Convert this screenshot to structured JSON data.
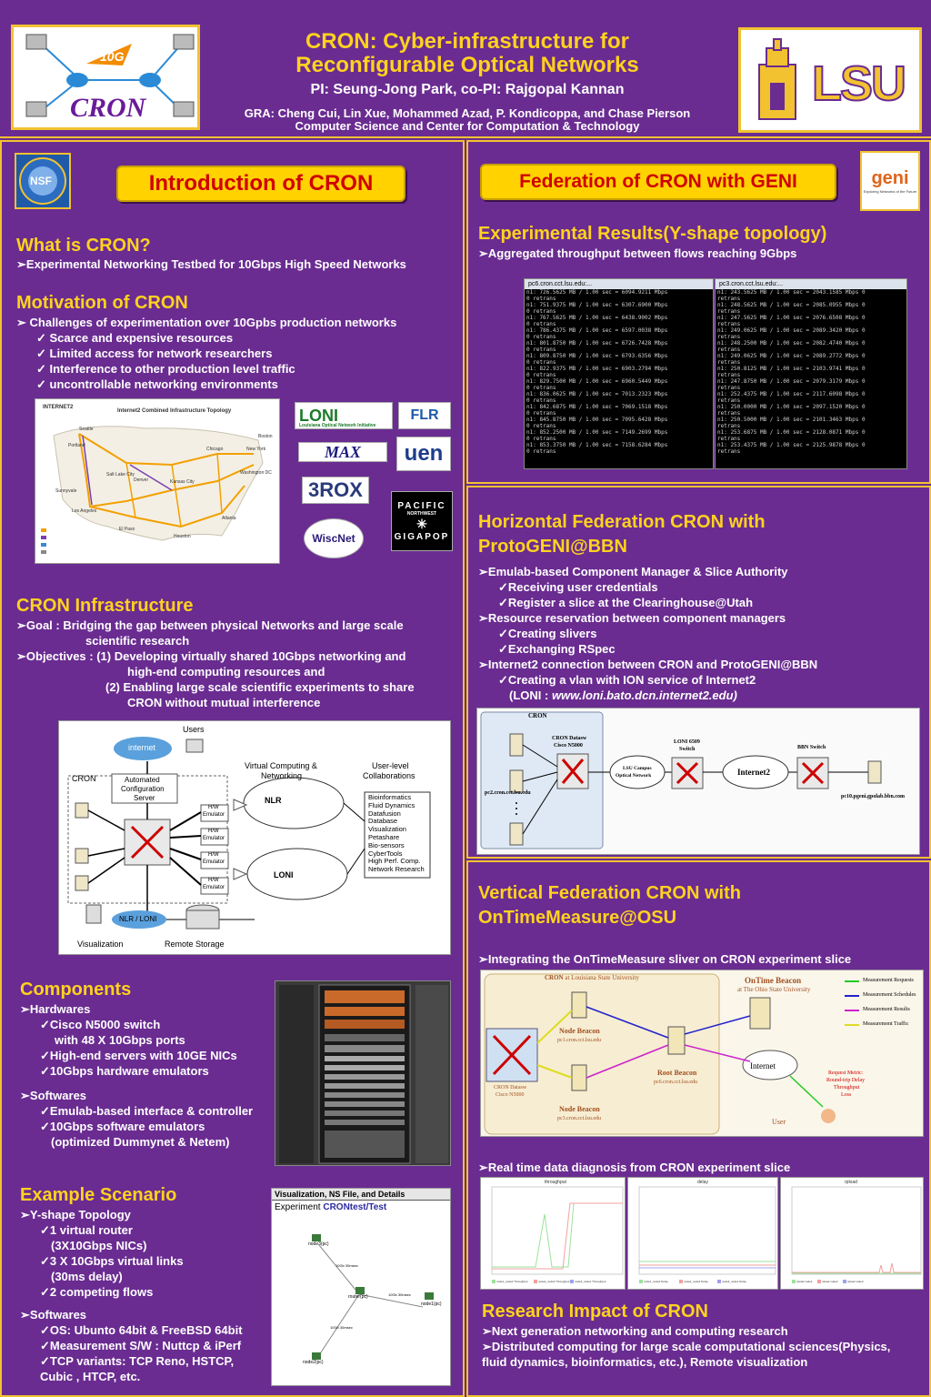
{
  "header": {
    "title_line1": "CRON: Cyber-infrastructure for",
    "title_line2": "Reconfigurable Optical Networks",
    "pi": "PI: Seung-Jong Park, co-PI: Rajgopal Kannan",
    "gra": "GRA: Cheng Cui, Lin Xue, Mohammed Azad, P. Kondicoppa, and Chase Pierson",
    "dept": "Computer Science and Center for Computation & Technology",
    "logo_left_badge": "10G",
    "logo_left_text": "CRON",
    "logo_right_text": "LSU"
  },
  "left": {
    "nsf": "NSF",
    "intro_title": "Introduction of CRON",
    "what_title": "What is CRON?",
    "what_items": [
      "➢Experimental Networking Testbed for 10Gbps High Speed  Networks"
    ],
    "motivation_title": "Motivation of CRON",
    "motivation_lead": "➢  Challenges of experimentation over 10Gpbs production networks",
    "motivation_items": [
      "✓ Scarce and expensive resources",
      "✓ Limited access for network researchers",
      "✓ Interference to other production level traffic",
      "✓ uncontrollable networking environments"
    ],
    "map_title": "Internet2 Combined Infrastructure Topology",
    "map_logo": "INTERNET2",
    "map_cities": [
      "Seattle",
      "Portland",
      "Sunnyvale",
      "Los Angeles",
      "Salt Lake City",
      "Denver",
      "Kansas City",
      "Houston",
      "Chicago",
      "Atlanta",
      "New York",
      "Washington DC",
      "Boston",
      "El Paso"
    ],
    "partner_logos": [
      "LONI",
      "FLR",
      "MAX",
      "uen",
      "3ROX",
      "PACIFIC",
      "NORTHWEST",
      "GIGAPOP",
      "WiscNet"
    ],
    "loni_caption": "Louisiana Optical Network Initiative",
    "infra_title": "CRON Infrastructure",
    "infra_lines": [
      "➢Goal : Bridging the gap between physical Networks and large scale",
      "scientific research",
      "➢Objectives : (1) Developing virtually shared  10Gbps networking and",
      "high-end computing  resources and",
      "(2) Enabling large scale scientific experiments to share",
      "CRON without mutual interference"
    ],
    "diagram": {
      "users": "Users",
      "internet": "internet",
      "cron": "CRON",
      "acs_line1": "Automated",
      "acs_line2": "Configuration",
      "acs_line3": "Server",
      "vc_line1": "Virtual Computing &",
      "vc_line2": "Networking",
      "ul_line1": "User-level",
      "ul_line2": "Collaborations",
      "nlr": "NLR",
      "loni": "LONI",
      "nlr_loni": "NLR / LONI",
      "emulator_line1": "H/W",
      "emulator_line2": "Emulator",
      "apps": [
        "Bioinformatics",
        "Fluid Dynamics",
        "Datafusion",
        "Database",
        "Visualization",
        "Petashare",
        "Bio-sensors",
        "CyberTools",
        "High Perf. Comp.",
        "Network Research"
      ],
      "visualization": "Visualization",
      "remote_storage": "Remote Storage"
    },
    "components_title": "Components",
    "components_lines": [
      "➢Hardwares",
      "✓Cisco N5000 switch",
      "with 48 X 10Gbps ports",
      "✓High-end servers with 10GE NICs",
      "✓10Gbps hardware emulators",
      "➢Softwares",
      "✓Emulab-based interface & controller",
      "✓10Gbps software emulators",
      "(optimized Dummynet  & Netem)"
    ],
    "example_title": "Example Scenario",
    "example_lines": [
      "➢Y-shape Topology",
      "✓1 virtual router",
      "(3X10Gbps NICs)",
      "✓3 X 10Gbps virtual links",
      "(30ms delay)",
      "✓2 competing flows",
      "➢Softwares",
      "✓OS: Ubunto 64bit & FreeBSD 64bit",
      "✓Measurement S/W : Nuttcp & iPerf",
      "✓TCP variants: TCP Reno, HSTCP,",
      "Cubic , HTCP, etc."
    ],
    "vis_header": "Visualization, NS File, and Details",
    "vis_experiment": "Experiment ",
    "vis_experiment_name": "CRONtest/Test",
    "vis_nodes": [
      "node3(pc)",
      "router(pc)",
      "node1(pc)",
      "node2(pc)"
    ],
    "vis_links": [
      "10Gb 30msec",
      "10Gb 30msec",
      "10Gb 30msec"
    ]
  },
  "right": {
    "geni": "geni",
    "geni_caption": "Exploring Networks of the Future",
    "fed_title": "Federation of CRON with GENI",
    "exp_title": "Experimental Results(Y-shape topology)",
    "exp_item": "➢Aggregated throughput between flows reaching 9Gbps",
    "term1_title": "pc6.cron.cct.lsu.edu:...",
    "term2_title": "pc3.cron.cct.lsu.edu:...",
    "term1_rows": [
      "n1:  726.5625 MB /   1.00 sec = 6094.9211 Mbps",
      "0 retrans",
      "n1:  751.9375 MB /   1.00 sec = 6307.6900 Mbps",
      "0 retrans",
      "n1:  767.5625 MB /   1.00 sec = 6438.9002 Mbps",
      "0 retrans",
      "n1:  786.4375 MB /   1.00 sec = 6597.0038 Mbps",
      "0 retrans",
      "n1:  801.8750 MB /   1.00 sec = 6726.7428 Mbps",
      "0 retrans",
      "n1:  809.8750 MB /   1.00 sec = 6793.6356 Mbps",
      "0 retrans",
      "n1:  822.9375 MB /   1.00 sec = 6903.2794 Mbps",
      "0 retrans",
      "n1:  829.7500 MB /   1.00 sec = 6960.5449 Mbps",
      "0 retrans",
      "n1:  836.0625 MB /   1.00 sec = 7013.2323 Mbps",
      "0 retrans",
      "n1:  842.6875 MB /   1.00 sec = 7069.1518 Mbps",
      "0 retrans",
      "n1:  845.8750 MB /   1.00 sec = 7095.6428 Mbps",
      "0 retrans",
      "n1:  852.2500 MB /   1.00 sec = 7149.2699 Mbps",
      "0 retrans",
      "n1:  853.3750 MB /   1.00 sec = 7158.6284 Mbps",
      "0 retrans"
    ],
    "term2_rows": [
      "n1:   243.5625 MB /   1.00 sec = 2043.1585 Mbps      0",
      "retrans",
      "n1:   248.5625 MB /   1.00 sec = 2085.0955 Mbps      0",
      "retrans",
      "n1:   247.5625 MB /   1.00 sec = 2076.6508 Mbps      0",
      "retrans",
      "n1:   249.0625 MB /   1.00 sec = 2089.3420 Mbps      0",
      "retrans",
      "n1:   248.2500 MB /   1.00 sec = 2082.4740 Mbps      0",
      "retrans",
      "n1:   249.0625 MB /   1.00 sec = 2089.2772 Mbps      0",
      "retrans",
      "n1:   250.8125 MB /   1.00 sec = 2103.9741 Mbps      0",
      "retrans",
      "n1:   247.8750 MB /   1.00 sec = 2079.3179 Mbps      0",
      "retrans",
      "n1:   252.4375 MB /   1.00 sec = 2117.6098 Mbps      0",
      "retrans",
      "n1:   250.0000 MB /   1.00 sec = 2097.1520 Mbps      0",
      "retrans",
      "n1:   250.5000 MB /   1.00 sec = 2101.3463 Mbps      0",
      "retrans",
      "n1:   253.6875 MB /   1.00 sec = 2128.0871 Mbps      0",
      "retrans",
      "n1:   253.4375 MB /   1.00 sec = 2125.9878 Mbps      0",
      "retrans"
    ],
    "horiz_title_line1": "Horizontal Federation CRON with",
    "horiz_title_line2": "ProtoGENI@BBN",
    "horiz_lines": [
      "➢Emulab-based Component Manager & Slice Authority",
      "✓Receiving user credentials",
      "✓Register a slice at the Clearinghouse@Utah",
      "➢Resource reservation between component managers",
      "✓Creating slivers",
      "✓Exchanging RSpec",
      "➢Internet2 connection between CRON and ProtoGENI@BBN",
      "✓Creating a vlan with ION service of Internet2",
      "(LONI : "
    ],
    "horiz_url": "www.loni.bato.dcn.internet2.edu)",
    "hdiag": {
      "cron": "CRON",
      "cron_sw_line1": "CRON Datasw",
      "cron_sw_line2": "Cisco N5000",
      "lsu_line1": "LSU Campus",
      "lsu_line2": "Optical Network",
      "loni_line1": "LONI 6509",
      "loni_line2": "Switch",
      "internet2": "Internet2",
      "bbn": "BBN Switch",
      "pc2": "pc2.cron.cct.lsu.edu",
      "pc10": "pc10.pgeni.gpolab.bbn.com"
    },
    "vert_title_line1": "Vertical Federation CRON with",
    "vert_title_line2": "OnTimeMeasure@OSU",
    "vert_item": "➢Integrating the OnTimeMeasure sliver on CRON experiment slice",
    "vdiag": {
      "cron_title": "CRON",
      "cron_subtitle": " at Louisiana State University",
      "otb_line1": "OnTime Beacon",
      "otb_line2": "at The Ohio State University",
      "legend": [
        "Measurement Requests",
        "Measurement Schedules",
        "Measurement Results",
        "Measurement Traffic"
      ],
      "legend_colors": [
        "#22cc22",
        "#2222cc",
        "#cc22cc",
        "#dddd22"
      ],
      "node_beacon": "Node Beacon",
      "pc1": "pc1.cron.cct.lsu.edu",
      "pc3": "pc3.cron.cct.lsu.edu",
      "root_beacon": "Root Beacon",
      "pc6": "pc6.cron.cct.lsu.edu",
      "internet": "Internet",
      "request_line1": "Request Metric:",
      "request_line2": "Round-trip Delay",
      "request_line3": "Throughput",
      "request_line4": "Loss",
      "user": "User",
      "switch_line1": "CRON Datasw",
      "switch_line2": "Cisco N5000"
    },
    "realtime_item": "➢Real time data diagnosis from CRON experiment slice",
    "charts": [
      {
        "title": "throughput",
        "legend": [
          "node1_node2 Throughput",
          "node2_node3 Throughput",
          "node3_node1 Throughput"
        ]
      },
      {
        "title": "delay",
        "legend": [
          "node1_node2 Delay",
          "node2_node3 Delay",
          "node3_node1 Delay"
        ]
      },
      {
        "title": "rpload",
        "legend": [
          "rpload node1",
          "rpload node2",
          "rpload node3"
        ]
      }
    ],
    "impact_title": "Research Impact of CRON",
    "impact_lines": [
      "➢Next generation networking and computing research",
      "➢Distributed computing for large scale computational sciences(Physics,",
      "fluid dynamics, bioinformatics, etc.), Remote visualization"
    ]
  }
}
